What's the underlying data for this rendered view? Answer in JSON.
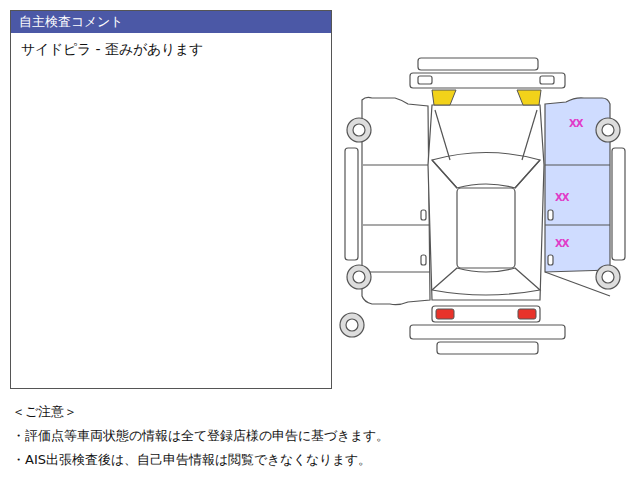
{
  "diagram": {
    "nodes": [
      {
        "text": [
          "自主検査コメント",
          "サイドピラ - 歪みがあります"
        ]
      }
    ],
    "labels": [
      "XX",
      "XX",
      "XX",
      "＜ご注意＞",
      "・評価点等車両状態の情報は全て登録店様の申告に基づきます。",
      "・AIS出張検査後は、自己申告情報は閲覧できなくなります。"
    ]
  }
}
